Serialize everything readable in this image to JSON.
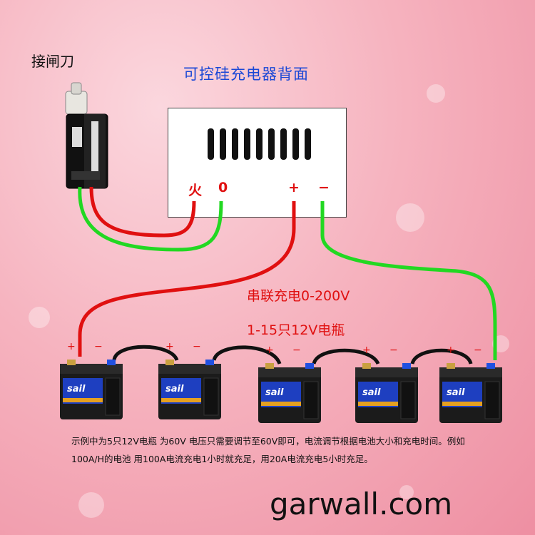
{
  "labels": {
    "switch": "接闸刀",
    "charger": "可控硅充电器背面",
    "series": "串联充电0-200V",
    "battery_count": "1-15只12V电瓶",
    "note": "示例中为5只12V电瓶 为60V  电压只需要调节至60V即可，电流调节根据电池大小和充电时间。例如100A/H的电池 用100A电流充电1小时就充足，用20A电流充电5小时充足。",
    "site": "garwall.com"
  },
  "charger": {
    "terminals": [
      "火",
      "0",
      "+",
      "−"
    ]
  },
  "batteries": {
    "count": 5,
    "brand": "sail",
    "plus": "+",
    "minus": "−"
  },
  "colors": {
    "positive_wire": "#e01010",
    "neutral_wire": "#22d822",
    "link_wire": "#111111"
  }
}
